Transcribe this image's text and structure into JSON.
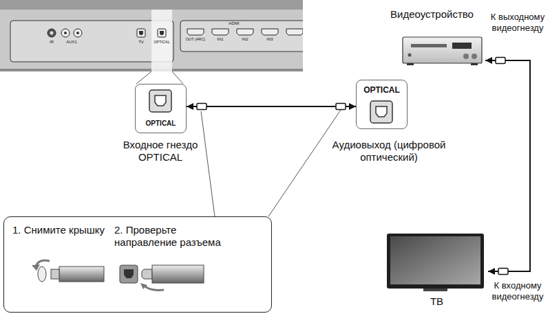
{
  "diagram": {
    "nodes": [
      {
        "text": [
          "OPTICAL"
        ]
      },
      {
        "text": [
          "OPTICAL"
        ]
      },
      {
        "text": [
          "Видеоустройство"
        ]
      },
      {
        "text": [
          "ТВ"
        ]
      },
      {
        "text": [
          "1. Снимите крышку",
          "2. Проверьте направление разъема"
        ]
      }
    ],
    "edges": [
      {
        "from": 0,
        "to": 1,
        "arrow": "both"
      },
      {
        "from": 2,
        "to": 3,
        "arrow": "both"
      }
    ],
    "labels": [
      "IR",
      "AUX1",
      "TV",
      "OPTICAL",
      "HDMI",
      "OUT (ARC)",
      "IN1",
      "IN2",
      "IN3",
      "Входное гнездо OPTICAL",
      "Аудиовыход (цифровой оптический)",
      "К выходному видеогнезду",
      "К входному видеогнезду"
    ]
  }
}
